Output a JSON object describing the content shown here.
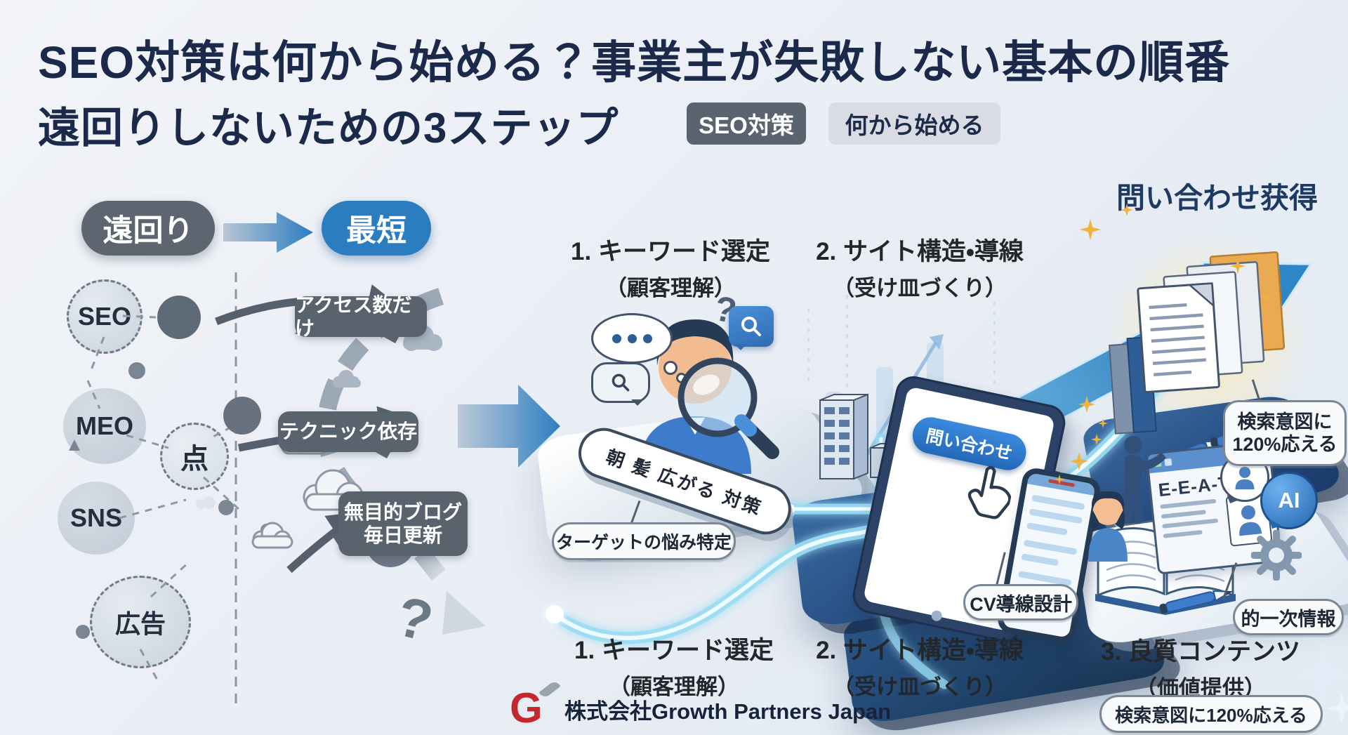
{
  "header": {
    "title_line1": "SEO対策は何から始める？事業主が失敗しない基本の順番",
    "title_line2": "遠回りしないための3ステップ",
    "badge_dark": "SEO対策",
    "badge_light": "何から始める"
  },
  "comparison": {
    "detour_label": "遠回り",
    "shortest_label": "最短"
  },
  "scatter": {
    "nodes": [
      "SEO",
      "MEO",
      "SNS",
      "広告"
    ],
    "center_node": "点",
    "bubble_access": "アクセス数だけ",
    "bubble_technique": "テクニック依存",
    "bubble_blog_line1": "無目的ブログ",
    "bubble_blog_line2": "毎日更新",
    "question_mark": "?"
  },
  "goal_label": "問い合わせ获得",
  "steps_top": [
    {
      "title": "1. キーワード選定",
      "subtitle": "（顧客理解）"
    },
    {
      "title": "2. サイト構造・導線",
      "subtitle": "（受け皿づくり）"
    }
  ],
  "step1": {
    "search_query": "朝 髪 広がる 対策",
    "callout": "ターゲットの悩み特定",
    "question_mark_large": "?",
    "question_mark_small": "?"
  },
  "step2": {
    "cta_button": "問い合わせ",
    "callout": "CV導線設計"
  },
  "step3": {
    "callout_intent_line1": "検索意図に",
    "callout_intent_line2": "120%応える",
    "eeat_label": "E-E-A-T",
    "ai_label": "AI",
    "callout_primary_info": "的一次情報",
    "callout_intent_full": "検索意図に120%応える"
  },
  "steps_bottom": [
    {
      "title": "1. キーワード選定",
      "subtitle": "（顧客理解）"
    },
    {
      "title": "2. サイト構造・導線",
      "subtitle": "（受け皿づくり）"
    },
    {
      "title": "3. 良質コンテンツ",
      "subtitle": "（価値提供）"
    }
  ],
  "footer": {
    "logo_letter": "G",
    "company_name": "株式会社Growth Partners Japan"
  }
}
